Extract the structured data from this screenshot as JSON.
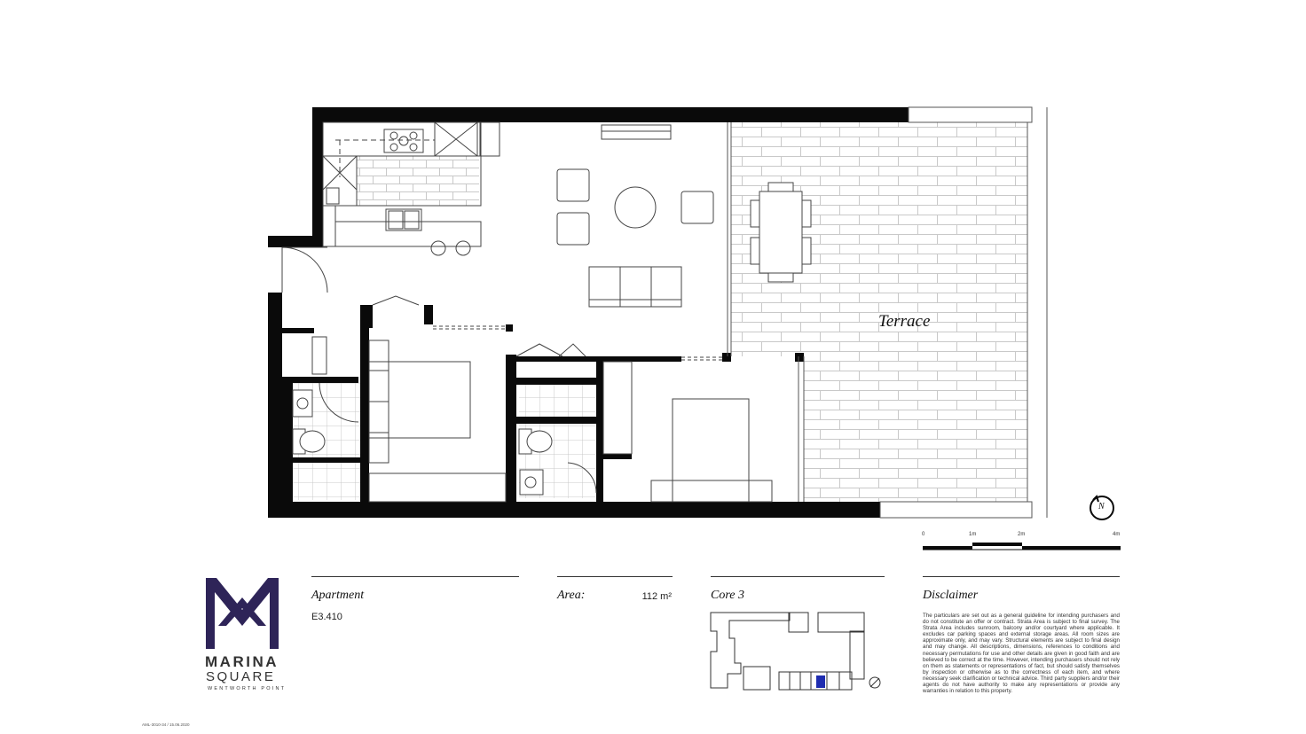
{
  "plan": {
    "terrace_label": "Terrace",
    "north_label": "N"
  },
  "scale": {
    "ticks": [
      "0",
      "1m",
      "2m",
      "4m"
    ]
  },
  "brand": {
    "name_line1": "MARINA",
    "name_line2": "SQUARE",
    "name_line3": "WENTWORTH POINT",
    "logo_color": "#2e2458"
  },
  "info": {
    "apartment_label": "Apartment",
    "apartment_value": "E3.410",
    "area_label": "Area:",
    "area_value": "112 m²",
    "core_label": "Core 3",
    "disclaimer_label": "Disclaimer",
    "disclaimer_text": "The particulars are set out as a general guideline for intending purchasers and do not constitute an offer or contract. Strata Area is subject to final survey. The Strata Area includes sunroom, balcony and/or courtyard where applicable. It excludes car parking spaces and external storage areas. All room sizes are approximate only, and may vary. Structural elements are subject to final design and may change. All descriptions, dimensions, references to conditions and necessary permutations for use and other details are given in good faith and are believed to be correct at the time. However, intending purchasers should not rely on them as statements or representations of fact, but should satisfy themselves by inspection or otherwise as to the correctness of each item, and where necessary seek clarification or technical advice. Third party suppliers and/or their agents do not have authority to make any representations or provide any warranties in relation to this property."
  },
  "footer": {
    "code": "AML-3010-34 / 15.06.2020"
  },
  "colors": {
    "wall": "#0a0a0a",
    "line": "#555555",
    "highlight": "#1f2db0"
  }
}
